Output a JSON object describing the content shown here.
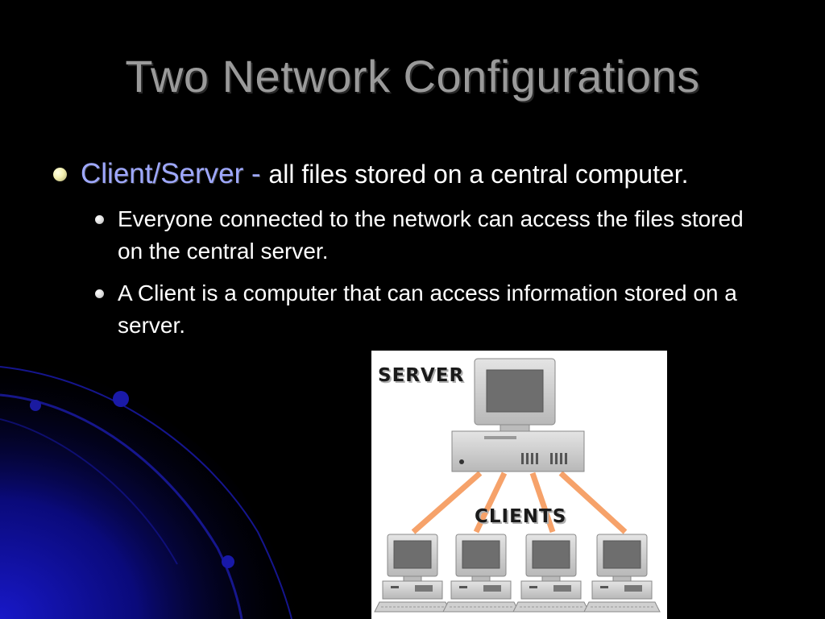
{
  "slide": {
    "title": "Two Network Configurations"
  },
  "bullet1": {
    "term": "Client/Server - ",
    "description": "all files stored on a central computer."
  },
  "sub_bullets": [
    "Everyone connected to the network can access the files stored on the central server.",
    "A Client is a computer that can access information stored on a server."
  ],
  "figure": {
    "server_label": "SERVER",
    "clients_label": "CLIENTS"
  },
  "colors": {
    "background": "#000000",
    "title": "#9a9a9a",
    "term": "#9ea8ff",
    "body_text": "#ffffff",
    "connector": "#f6a26a"
  }
}
